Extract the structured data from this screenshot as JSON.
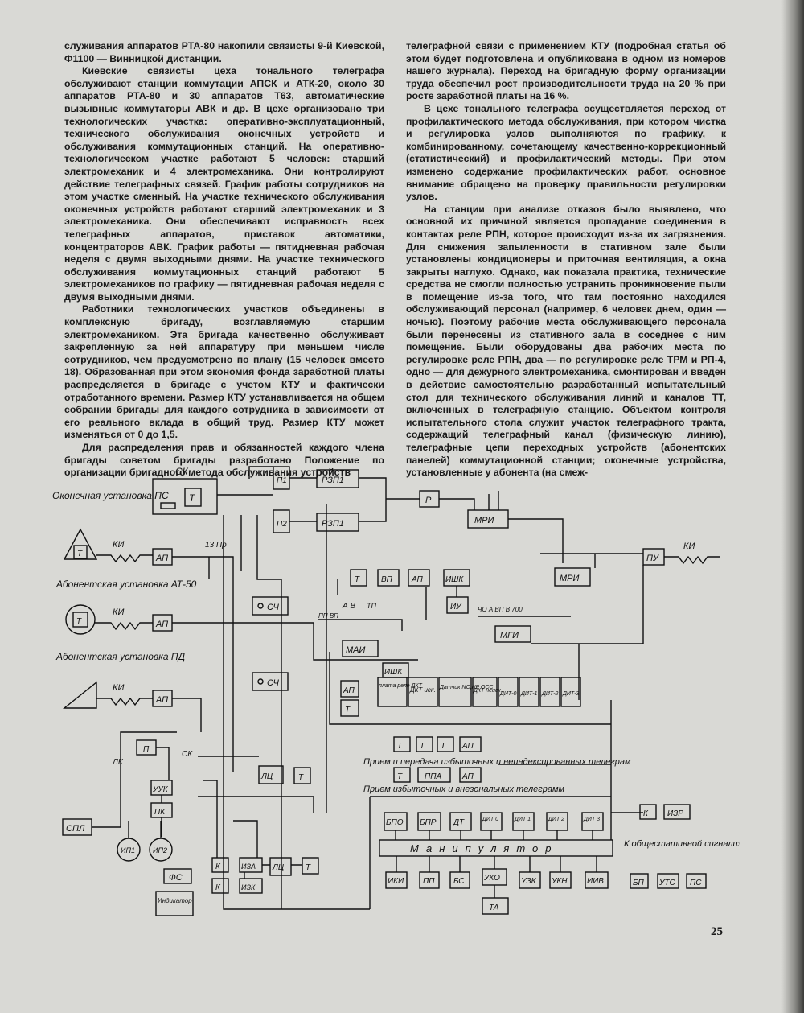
{
  "article": {
    "left_paragraphs": [
      "служивания аппаратов РТА-80 накопили связисты 9-й Киевской, Ф1100 — Винницкой дистанции.",
      "Киевские связисты цеха тонального телеграфа обслуживают станции коммутации АПСК и АТК-20, около 30 аппаратов РТА-80 и 30 аппаратов Т63, автоматические вызывные коммутаторы АВК и др. В цехе организовано три технологических участка: оперативно-эксплуатационный, технического обслуживания оконечных устройств и обслуживания коммутационных станций. На оперативно-технологическом участке работают 5 человек: старший электромеханик и 4 электромеханика. Они контролируют действие телеграфных связей. График работы сотрудников на этом участке сменный. На участке технического обслуживания оконечных устройств работают старший электромеханик и 3 электромеханика. Они обеспечивают исправность всех телеграфных аппаратов, приставок автоматики, концентраторов АВК. График работы — пятидневная рабочая неделя с двумя выходными днями. На участке технического обслуживания коммутационных станций работают 5 электромехаников по графику — пятидневная рабочая неделя с двумя выходными днями.",
      "Работники технологических участков объединены в комплексную бригаду, возглавляемую старшим электромехаником. Эта бригада качественно обслуживает закрепленную за ней аппаратуру при меньшем числе сотрудников, чем предусмотрено по плану (15 человек вместо 18). Образованная при этом экономия фонда заработной платы распределяется в бригаде с учетом КТУ и фактически отработанного времени. Размер КТУ устанавливается на общем собрании бригады для каждого сотрудника в зависимости от его реального вклада в общий труд. Размер КТУ может изменяться от 0 до 1,5.",
      "Для распределения прав и обязанностей каждого члена бригады советом бригады разработано Положение по организации бригадного метода обслуживания устройств"
    ],
    "right_paragraphs": [
      "телеграфной связи с применением КТУ (подробная статья об этом будет подготовлена и опубликована в одном из номеров нашего журнала). Переход на бригадную форму организации труда обеспечил рост производительности труда на 20 % при росте заработной платы на 16 %.",
      "В цехе тонального телеграфа осуществляется переход от профилактического метода обслуживания, при котором чистка и регулировка узлов выполняются по графику, к комбинированному, сочетающему качественно-коррекционный (статистический) и профилактический методы. При этом изменено содержание профилактических работ, основное внимание обращено на проверку правильности регулировки узлов.",
      "На станции при анализе отказов было выявлено, что основной их причиной является пропадание соединения в контактах реле РПН, которое происходит из-за их загрязнения. Для снижения запыленности в стативном зале были установлены кондиционеры и приточная вентиляция, а окна закрыты наглухо. Однако, как показала практика, технические средства не смогли полностью устранить проникновение пыли в помещение из-за того, что там постоянно находился обслуживающий персонал (например, 6 человек днем, один — ночью). Поэтому рабочие места обслуживающего персонала были перенесены из стативного зала в соседнее с ним помещение. Были оборудованы два рабочих места по регулировке реле РПН, два — по регулировке реле ТРМ и РП-4, одно — для дежурного электромеханика, смонтирован и введен в действие самостоятельно разработанный испытательный стол для технического обслуживания линий и каналов ТТ, включенных в телеграфную станцию. Объектом контроля испытательного стола служит участок телеграфного тракта, содержащий телеграфный канал (физическую линию), телеграфные цепи переходных устройств (абонентских панелей) коммутационной станции; оконечные устройства, установленные у абонента (на смеж-"
    ]
  },
  "diagram": {
    "labels": {
      "ck": "СК",
      "t": "Т",
      "p1": "П1",
      "p2": "П2",
      "rzp1a": "РЗП1",
      "rzp1b": "РЗП1",
      "r": "Р",
      "mri1": "МРИ",
      "mri2": "МРИ",
      "pu": "ПУ",
      "ki_right": "КИ",
      "okon_title": "Оконечная установка ПС",
      "ki1": "КИ",
      "ap1": "АП",
      "pr13": "13 Пр",
      "abon_title": "Абонентская установка АТ-50",
      "ki2": "КИ",
      "ap2": "АП",
      "sch1": "СЧ",
      "abon2_title": "Абонентская установка ПД",
      "ki3": "КИ",
      "ap3": "АП",
      "sch2": "СЧ",
      "vp": "ВП",
      "ap_mid": "АП",
      "ishk1": "ИШК",
      "iu": "ИУ",
      "mai": "МАИ",
      "ishk2": "ИШК",
      "mgi": "МГИ",
      "abv_left": "А  В",
      "tp": "ТП",
      "mai_pins": "ПП  ВП",
      "mgi_pins": "ЧО  А  ВП  В 700",
      "ap4": "АП",
      "plata": "плата реле ДКТ",
      "dkt_isk": "ДКТ иск.",
      "datchik": "Датчик NC,NP ОСС",
      "dkt_neisk": "ДКТ неиск.",
      "dit0": "ДИТ-0",
      "dit1": "ДИТ-1",
      "dit2": "ДИТ-2",
      "dit3": "ДИТ-3",
      "p": "П",
      "lk": "ЛК",
      "sk": "СК",
      "uuk": "УУК",
      "pk": "ПК",
      "spl": "СПЛ",
      "ip1": "ИП1",
      "ip2": "ИП2",
      "fs": "ФС",
      "indikator": "Индикатор",
      "lc": "ЛЦ",
      "lc2": "ЛЦ",
      "k1": "К",
      "k2": "К",
      "iza": "ИЗА",
      "izk": "ИЗК",
      "t_row1": "Т",
      "t_row2": "Т",
      "t_row3": "Т",
      "ap5": "АП",
      "ppa": "ППА",
      "ap6": "АП",
      "priem1": "Прием и передача избыточных и неиндексированных телеграм",
      "priem2": "Прием избыточных и внезональных телеграмм",
      "k_right": "К",
      "izr": "ИЗР",
      "bpo": "БПО",
      "bpr": "БПР",
      "dt": "ДТ",
      "dit_a": "ДИТ 0",
      "dit_b": "ДИТ 1",
      "dit_c": "ДИТ 2",
      "dit_d": "ДИТ 3",
      "manipulator": "Манипулятор",
      "signal": "К общестативной сигнализации",
      "iki": "ИКИ",
      "pp": "ПП",
      "bs": "БС",
      "uko": "УКО",
      "uzk": "УЗК",
      "ukn": "УКН",
      "iiv": "ИИВ",
      "bp": "БП",
      "utc": "УТС",
      "ps": "ПС",
      "ta": "ТА"
    }
  },
  "page_number": "25"
}
